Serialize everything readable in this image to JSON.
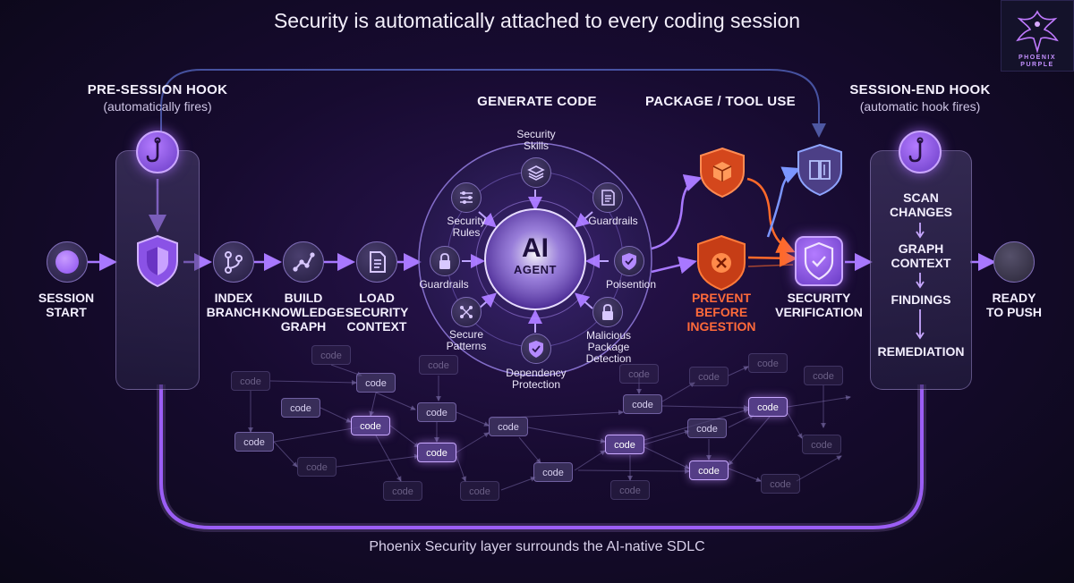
{
  "title": "Security is automatically attached to every coding session",
  "footer": "Phoenix Security layer surrounds the AI-native SDLC",
  "logo": {
    "line1": "PHOENIX",
    "line2": "PURPLE"
  },
  "pre_hook": {
    "title": "PRE-SESSION HOOK",
    "subtitle": "(automatically fires)"
  },
  "end_hook": {
    "title": "SESSION-END HOOK",
    "subtitle": "(automatic hook fires)"
  },
  "generate": {
    "title": "GENERATE CODE"
  },
  "package": {
    "title": "PACKAGE / TOOL USE"
  },
  "steps": {
    "start": [
      "SESSION",
      "START"
    ],
    "index": [
      "INDEX",
      "BRANCH"
    ],
    "build": [
      "BUILD",
      "KNOWLEDGE",
      "GRAPH"
    ],
    "load": [
      "LOAD",
      "SECURITY",
      "CONTEXT"
    ],
    "prevent": [
      "PREVENT",
      "BEFORE",
      "INGESTION"
    ],
    "verify": [
      "SECURITY",
      "VERIFICATION"
    ],
    "ready": [
      "READY",
      "TO PUSH"
    ]
  },
  "agent": {
    "line1": "AI",
    "line2": "AGENT"
  },
  "ring": {
    "skills": [
      "Security",
      "Skills"
    ],
    "guardrails_tr": [
      "Guardrails"
    ],
    "rules": [
      "Security",
      "Rules"
    ],
    "guardrails_l": [
      "Guardrails"
    ],
    "poisention": [
      "Poisention"
    ],
    "patterns": [
      "Secure",
      "Patterns"
    ],
    "malicious": [
      "Malicious",
      "Package",
      "Detection"
    ],
    "dependency": [
      "Dependency",
      "Protection"
    ]
  },
  "end_steps": [
    "SCAN",
    "CHANGES",
    "GRAPH",
    "CONTEXT",
    "FINDINGS",
    "REMEDIATION"
  ],
  "code_label": "code",
  "colors": {
    "accent": "#a366ff",
    "danger": "#ff5a2a",
    "blue": "#6f8cff"
  }
}
